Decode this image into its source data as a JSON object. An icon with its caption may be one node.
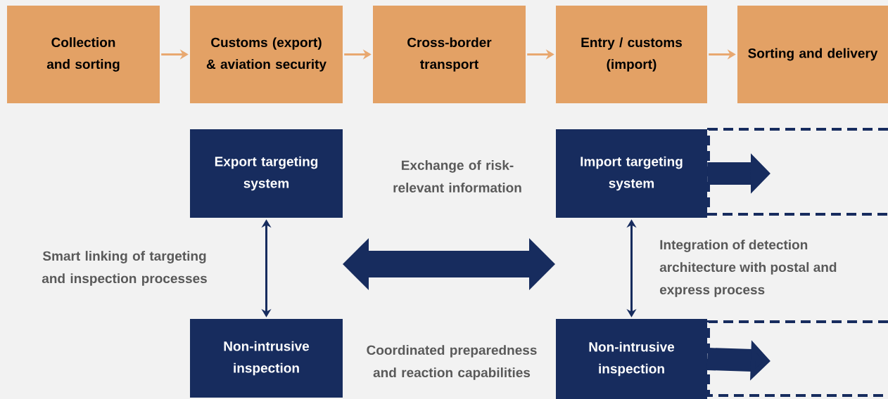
{
  "diagram": {
    "nodes": [
      {
        "text": [
          "Collection and sorting"
        ]
      },
      {
        "text": [
          "Customs (export) & aviation security"
        ]
      },
      {
        "text": [
          "Cross-border transport"
        ]
      },
      {
        "text": [
          "Entry / customs (import)"
        ]
      },
      {
        "text": [
          "Sorting and delivery"
        ]
      },
      {
        "text": [
          "Export targeting system"
        ]
      },
      {
        "text": [
          "Import targeting system"
        ]
      },
      {
        "text": [
          "Non-intrusive inspection"
        ]
      },
      {
        "text": [
          "Non-intrusive inspection"
        ]
      }
    ],
    "edges": [
      {
        "from": 0,
        "to": 1,
        "arrow": "to"
      },
      {
        "from": 1,
        "to": 2,
        "arrow": "to"
      },
      {
        "from": 2,
        "to": 3,
        "arrow": "to"
      },
      {
        "from": 3,
        "to": 4,
        "arrow": "to"
      },
      {
        "from": 5,
        "to": 7,
        "arrow": "both",
        "color": "#172c5e"
      },
      {
        "from": 6,
        "to": 8,
        "arrow": "both",
        "color": "#172c5e"
      },
      {
        "from": 6,
        "to": null,
        "arrow": "to",
        "style": "thick",
        "color": "#172c5e"
      },
      {
        "from": 8,
        "to": null,
        "arrow": "to",
        "style": "thick",
        "color": "#172c5e"
      }
    ],
    "labels": [
      "Exchange of risk-relevant information",
      "Smart linking of targeting and inspection processes",
      "Integration of detection architecture with postal and express process",
      "Coordinated preparedness and reaction capabilities"
    ]
  }
}
